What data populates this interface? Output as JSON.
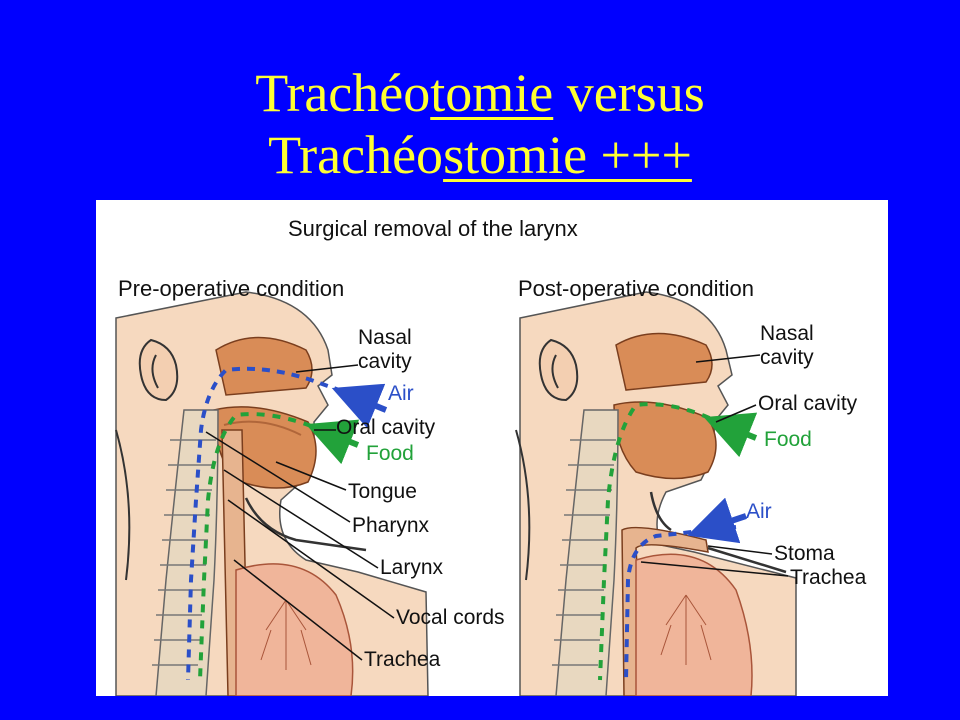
{
  "slide": {
    "title_line1_a": "Trachéo",
    "title_line1_b": "tomie",
    "title_line1_c": " versus",
    "title_line2_a": "Trachéo",
    "title_line2_b": "stomie +++"
  },
  "figure": {
    "heading": "Surgical removal of the larynx",
    "pre": {
      "heading": "Pre-operative condition",
      "labels": {
        "nasal": "Nasal",
        "cavity": "cavity",
        "air": "Air",
        "oral": "Oral cavity",
        "food": "Food",
        "tongue": "Tongue",
        "pharynx": "Pharynx",
        "larynx": "Larynx",
        "vocal": "Vocal cords",
        "trachea": "Trachea"
      }
    },
    "post": {
      "heading": "Post-operative condition",
      "labels": {
        "nasal": "Nasal",
        "cavity": "cavity",
        "oral": "Oral cavity",
        "food": "Food",
        "air": "Air",
        "stoma": "Stoma",
        "trachea": "Trachea"
      }
    },
    "colors": {
      "air": "#2b4fc8",
      "food": "#22a23a",
      "tissue": "#d98c57",
      "skin": "#f3cfb1"
    }
  }
}
